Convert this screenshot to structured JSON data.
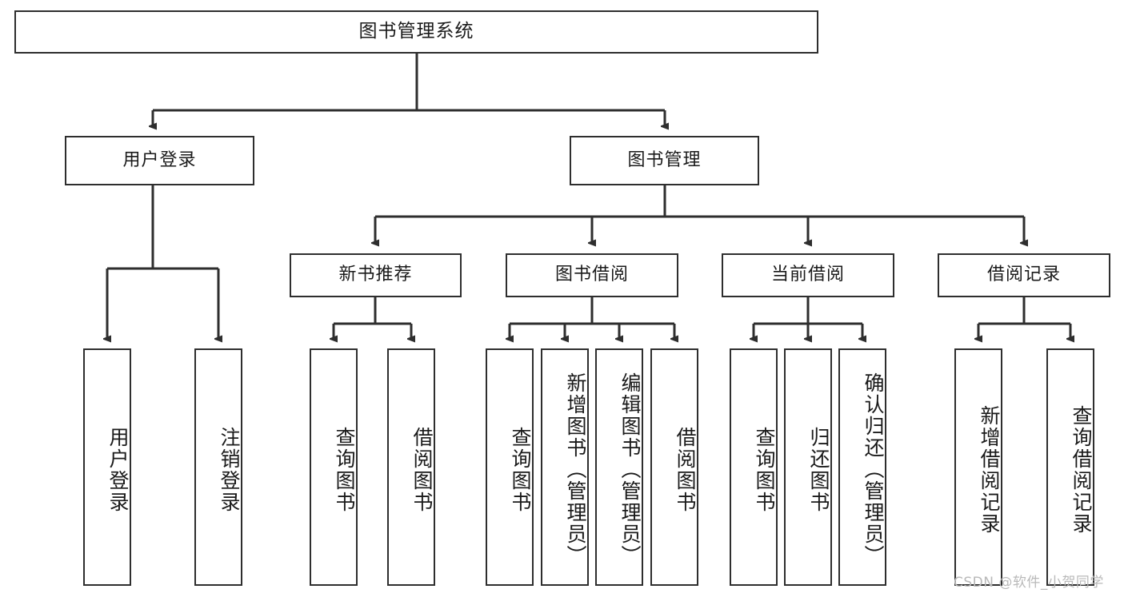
{
  "diagram": {
    "title": "图书管理系统",
    "type": "hierarchy-tree",
    "watermark": "CSDN @软件_小贺同学",
    "colors": {
      "box_border": "#2e2e2e",
      "box_fill": "#ffffff",
      "connector": "#2e2e2e",
      "text": "#1a1a1a",
      "watermark": "#b9b9b9"
    },
    "root": {
      "label": "图书管理系统"
    },
    "level2": [
      {
        "id": "user-login",
        "label": "用户登录"
      },
      {
        "id": "book-manage",
        "label": "图书管理"
      }
    ],
    "level3": [
      {
        "id": "new-book-recommend",
        "label": "新书推荐"
      },
      {
        "id": "book-borrow",
        "label": "图书借阅"
      },
      {
        "id": "current-borrow",
        "label": "当前借阅"
      },
      {
        "id": "borrow-record",
        "label": "借阅记录"
      }
    ],
    "leaves": {
      "user_login": [
        {
          "id": "leaf-user-login",
          "label": "用户登录"
        },
        {
          "id": "leaf-logout-login",
          "label": "注销登录"
        }
      ],
      "new_book_recommend": [
        {
          "id": "leaf-query-book-1",
          "label": "查询图书"
        },
        {
          "id": "leaf-borrow-book-1",
          "label": "借阅图书"
        }
      ],
      "book_borrow": [
        {
          "id": "leaf-query-book-2",
          "label": "查询图书"
        },
        {
          "id": "leaf-add-book",
          "label": "新增图书（管理员）"
        },
        {
          "id": "leaf-edit-book",
          "label": "编辑图书（管理员）"
        },
        {
          "id": "leaf-borrow-book-2",
          "label": "借阅图书"
        }
      ],
      "current_borrow": [
        {
          "id": "leaf-query-book-3",
          "label": "查询图书"
        },
        {
          "id": "leaf-return-book",
          "label": "归还图书"
        },
        {
          "id": "leaf-confirm-return",
          "label": "确认归还（管理员）"
        }
      ],
      "borrow_record": [
        {
          "id": "leaf-add-record",
          "label": "新增借阅记录"
        },
        {
          "id": "leaf-query-record",
          "label": "查询借阅记录"
        }
      ]
    }
  }
}
